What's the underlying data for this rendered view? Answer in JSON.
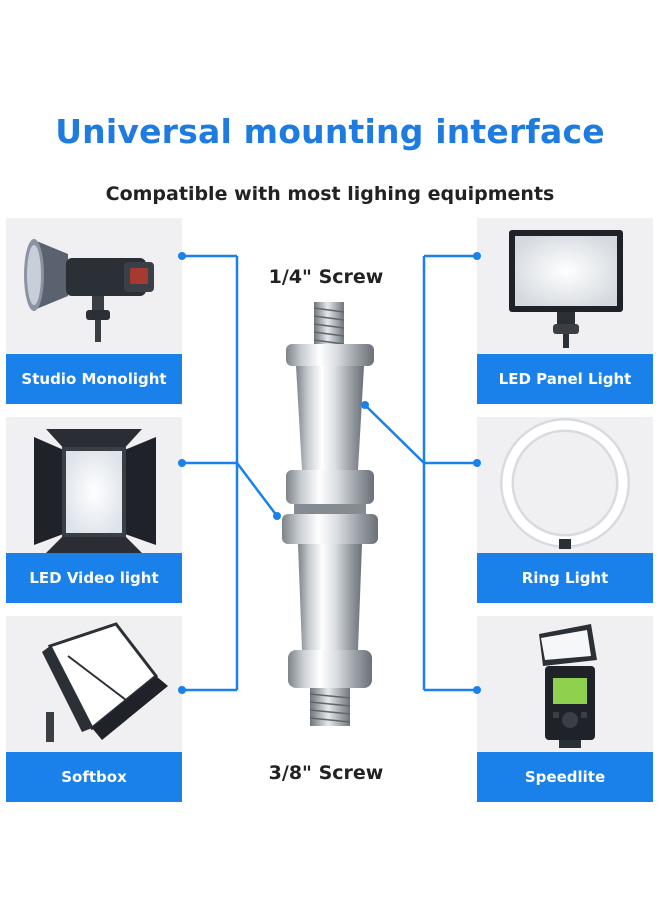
{
  "title": "Universal mounting interface",
  "subtitle": "Compatible with most lighing equipments",
  "screws": {
    "top": "1/4\" Screw",
    "bottom": "3/8\" Screw"
  },
  "cards": {
    "top_left": "Studio Monolight",
    "mid_left": "LED Video light",
    "bottom_left": "Softbox",
    "top_right": "LED Panel Light",
    "mid_right": "Ring Light",
    "bottom_right": "Speedlite"
  },
  "colors": {
    "accent": "#1a80ea",
    "title": "#1e7be0",
    "card_bg": "#f0f0f2",
    "text": "#222222"
  }
}
